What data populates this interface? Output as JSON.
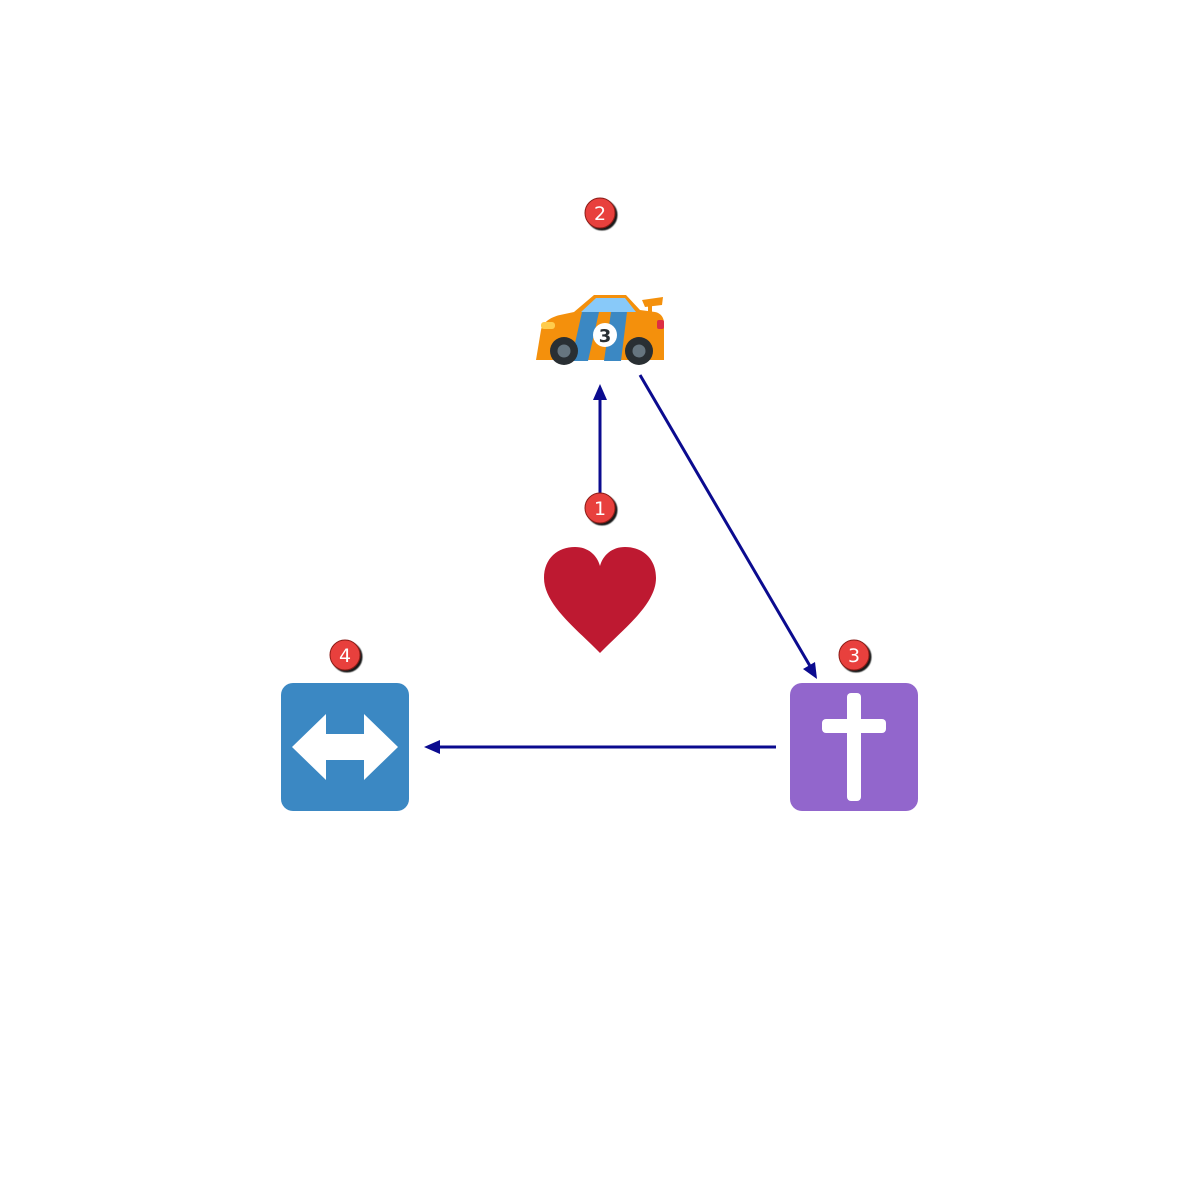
{
  "diagram": {
    "colors": {
      "arrow": "#0b0b8f",
      "badge_fill": "#e8413c",
      "badge_stroke": "#8a1a16",
      "heart": "#be1931",
      "car_body": "#f4900c",
      "car_stripe": "#3b88c3",
      "car_window": "#88c9f9",
      "car_wheel": "#292f33",
      "car_hub": "#66757f",
      "arrows_tile": "#3b88c3",
      "cross_tile": "#9266cc",
      "glyph_white": "#ffffff"
    },
    "nodes": [
      {
        "id": "heart",
        "icon": "heart-icon",
        "badge": "1"
      },
      {
        "id": "race-car",
        "icon": "race-car-icon",
        "badge": "2",
        "car_number": "3"
      },
      {
        "id": "cross",
        "icon": "latin-cross-icon",
        "badge": "3"
      },
      {
        "id": "left-right-arrow",
        "icon": "left-right-arrow-icon",
        "badge": "4"
      }
    ],
    "edges": [
      {
        "from": "heart",
        "to": "race-car"
      },
      {
        "from": "race-car",
        "to": "cross"
      },
      {
        "from": "cross",
        "to": "left-right-arrow"
      }
    ]
  }
}
